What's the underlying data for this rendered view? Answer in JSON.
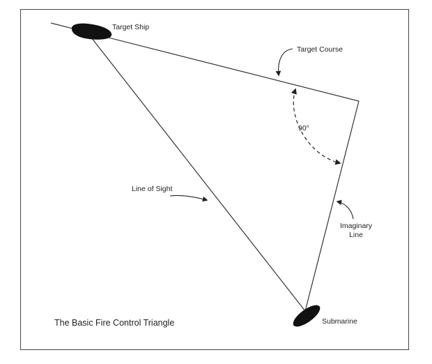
{
  "diagram": {
    "caption": "The Basic Fire Control Triangle",
    "labels": {
      "target_ship": "Target Ship",
      "target_course": "Target Course",
      "angle": "90°",
      "line_of_sight": "Line of Sight",
      "imaginary_line_1": "Imaginary",
      "imaginary_line_2": "Line",
      "submarine": "Submarine"
    },
    "colors": {
      "line": "#333333",
      "vessel": "#111111",
      "border": "#444444"
    }
  }
}
